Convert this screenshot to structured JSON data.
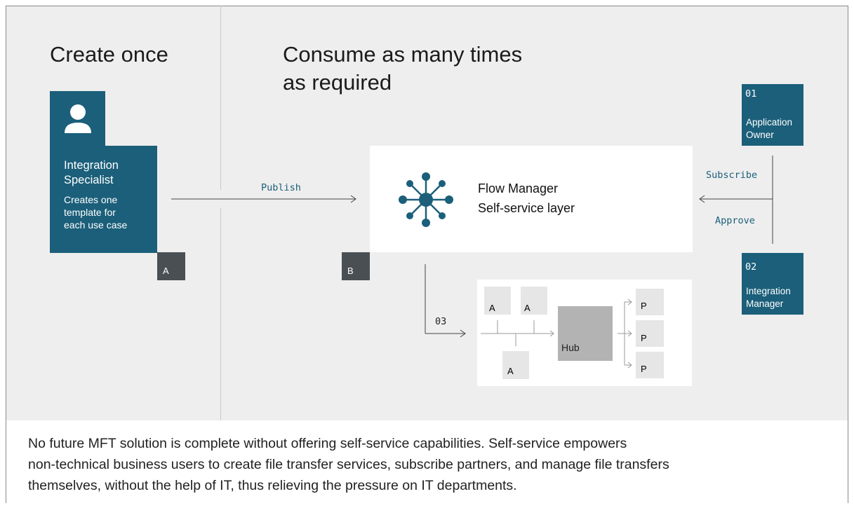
{
  "headings": {
    "left": "Create once",
    "right_line1": "Consume as many times",
    "right_line2": "as required"
  },
  "specialist": {
    "title_line1": "Integration",
    "title_line2": "Specialist",
    "desc_line1": "Creates one",
    "desc_line2": "template for",
    "desc_line3": "each use case",
    "tag": "A"
  },
  "publish_label": "Publish",
  "flow_manager": {
    "title": "Flow Manager",
    "subtitle": "Self-service layer",
    "tag": "B"
  },
  "owner": {
    "number": "01",
    "line1": "Application",
    "line2": "Owner"
  },
  "manager": {
    "number": "02",
    "line1": "Integration",
    "line2": "Manager"
  },
  "subscribe_label": "Subscribe",
  "approve_label": "Approve",
  "step_label": "03",
  "hub_diagram": {
    "apps": [
      "A",
      "A",
      "A"
    ],
    "hub": "Hub",
    "partners": [
      "P",
      "P",
      "P"
    ]
  },
  "caption": {
    "line1": "No future MFT solution is complete without offering self-service capabilities. Self-service empowers",
    "line2": "non-technical business users to create file transfer services, subscribe partners, and manage file transfers",
    "line3": "themselves, without the help of IT, thus relieving the pressure on IT departments."
  },
  "colors": {
    "teal": "#1b5f7a",
    "dark_tag": "#4a4f54",
    "background": "#eeeeee",
    "hub": "#b3b3b3"
  }
}
